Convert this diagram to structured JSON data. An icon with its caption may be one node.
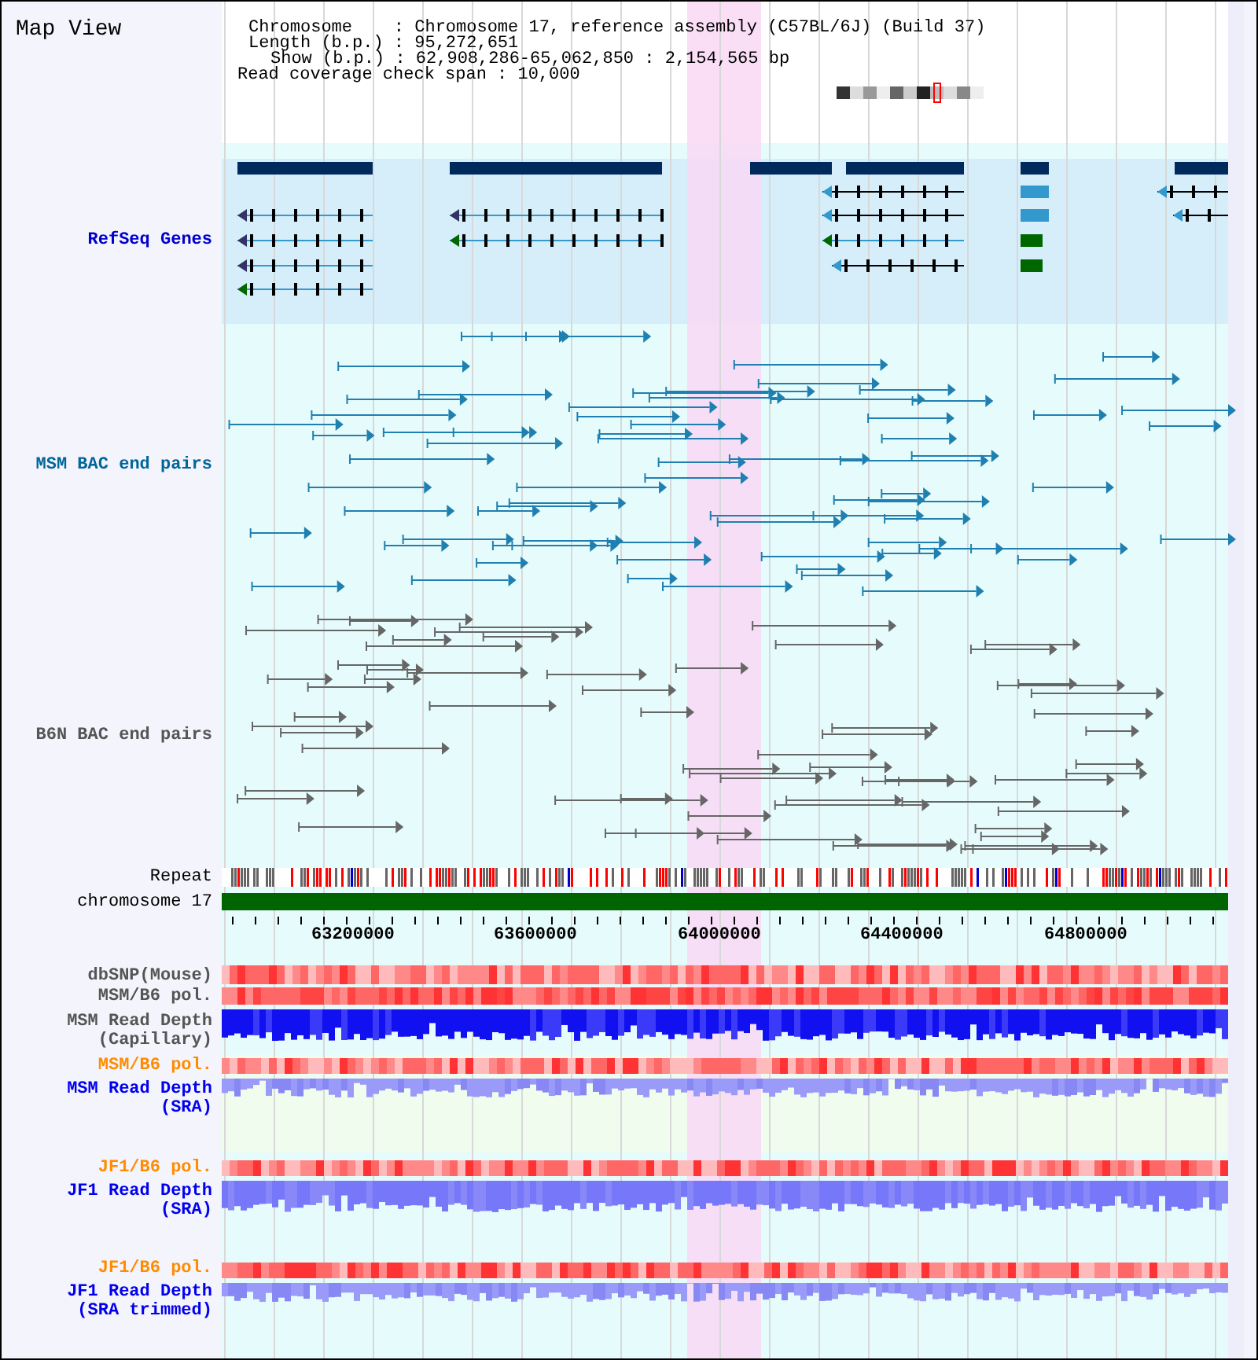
{
  "diagram": {
    "title": "Map View",
    "labels": [
      "Chromosome    : Chromosome 17, reference assembly (C57BL/6J) (Build 37)",
      "Length (b.p.) : 95,272,651",
      "Show (b.p.) : 62,908,286-65,062,850 : 2,154,565 bp",
      "Read coverage check span : 10,000",
      "RefSeq Genes",
      "MSM BAC end pairs",
      "B6N BAC end pairs",
      "Repeat",
      "chromosome 17",
      "63200000",
      "63600000",
      "64000000",
      "64400000",
      "64800000",
      "dbSNP(Mouse)",
      "MSM/B6 pol.",
      "MSM Read Depth (Capillary)",
      "MSM/B6 pol.",
      "MSM Read Depth (SRA)",
      "JF1/B6 pol.",
      "JF1 Read Depth (SRA)",
      "JF1/B6 pol.",
      "JF1 Read Depth (SRA trimmed)"
    ]
  }
}
